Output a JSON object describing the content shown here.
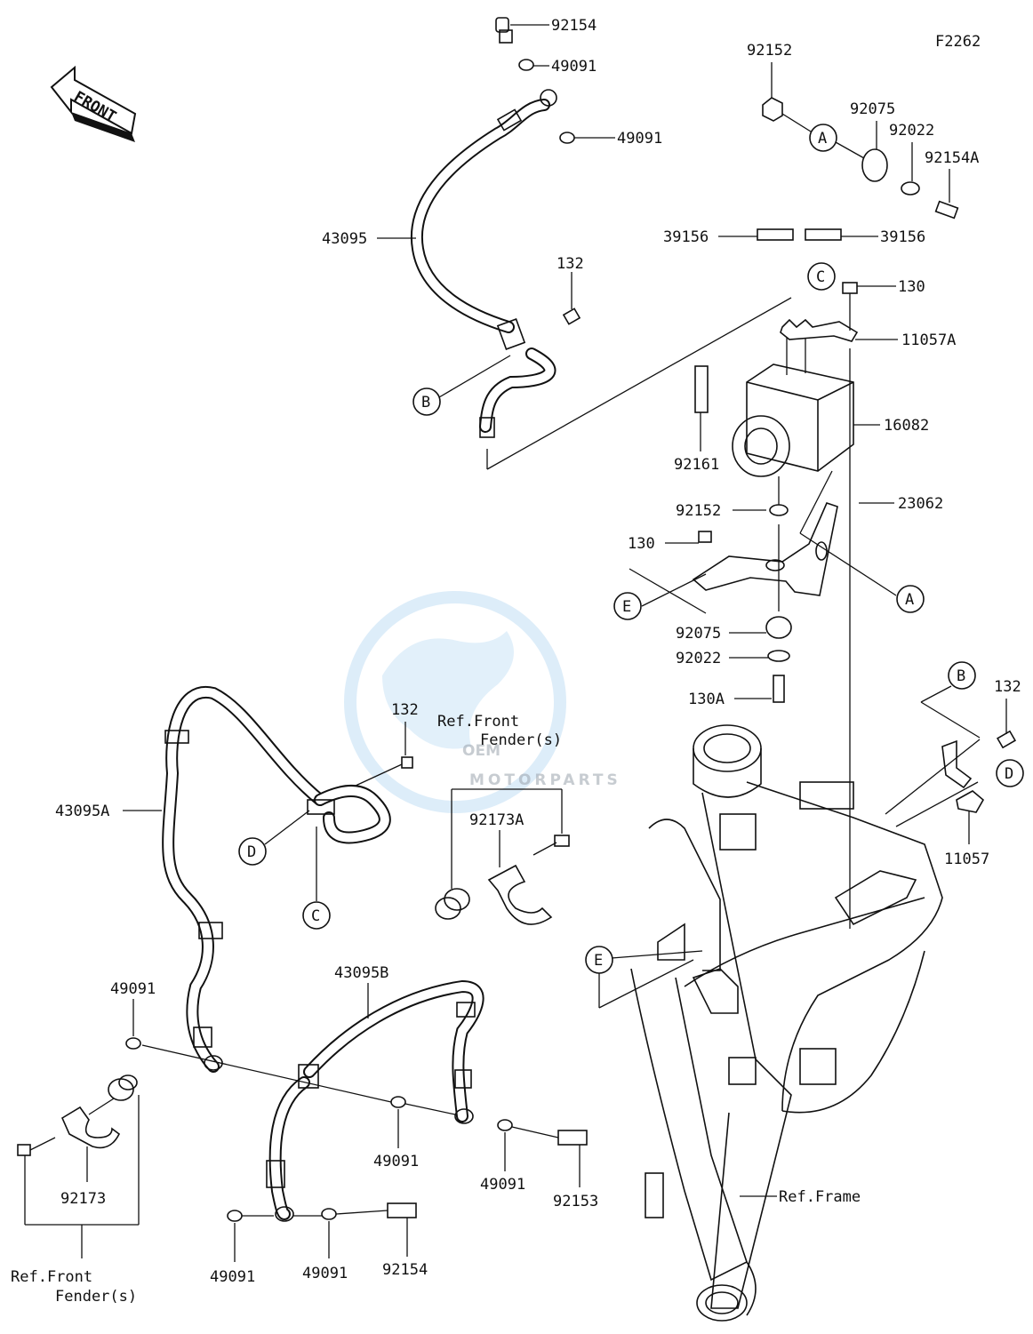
{
  "diagram_code": "F2262",
  "front_arrow_label": "FRONT",
  "watermark": {
    "main": "OEM",
    "sub": "MOTORPARTS"
  },
  "parts": {
    "p92154_top": "92154",
    "p49091_a": "49091",
    "p49091_b": "49091",
    "p43095": "43095",
    "p132_a": "132",
    "p92152_top": "92152",
    "p92075_top": "92075",
    "p92022_top": "92022",
    "p92154A": "92154A",
    "p39156_l": "39156",
    "p39156_r": "39156",
    "p130_top": "130",
    "p11057A": "11057A",
    "p16082": "16082",
    "p92161": "92161",
    "p92152_mid": "92152",
    "p23062": "23062",
    "p130_mid": "130",
    "p92075_mid": "92075",
    "p92022_mid": "92022",
    "p130A": "130A",
    "p132_b": "132",
    "p132_c": "132",
    "p11057": "11057",
    "p43095A": "43095A",
    "p92173A": "92173A",
    "p43095B": "43095B",
    "p49091_c": "49091",
    "p49091_d": "49091",
    "p49091_e": "49091",
    "p49091_f": "49091",
    "p49091_g": "49091",
    "p92153": "92153",
    "p92154_bot": "92154",
    "p92173": "92173"
  },
  "refs": {
    "front_fender_1": "Ref.Front",
    "front_fender_2": "Fender(s)",
    "front_fender_b1": "Ref.Front",
    "front_fender_b2": "Fender(s)",
    "frame": "Ref.Frame"
  },
  "callouts": {
    "A1": "A",
    "A2": "A",
    "B1": "B",
    "B2": "B",
    "C1": "C",
    "C2": "C",
    "D1": "D",
    "D2": "D",
    "E1": "E",
    "E2": "E"
  }
}
